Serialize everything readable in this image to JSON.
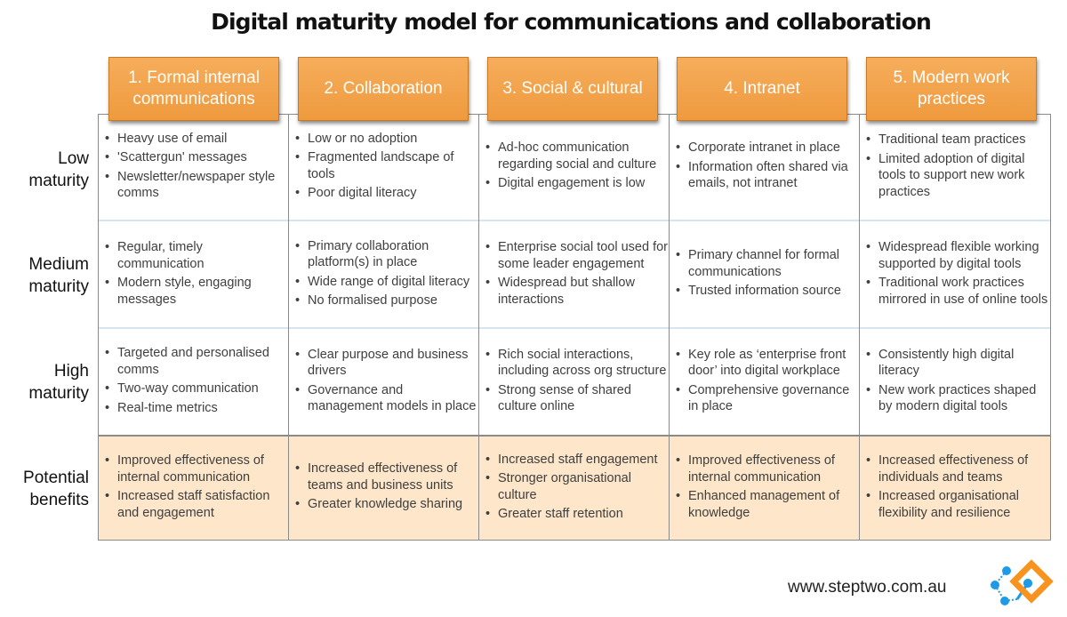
{
  "title": "Digital maturity model for communications and collaboration",
  "columns": [
    {
      "label": "1. Formal internal communications"
    },
    {
      "label": "2. Collaboration"
    },
    {
      "label": "3. Social & cultural"
    },
    {
      "label": "4. Intranet"
    },
    {
      "label": "5. Modern work practices"
    }
  ],
  "rows": [
    {
      "label": "Low maturity",
      "cells": [
        [
          "Heavy use of email",
          "'Scattergun' messages",
          "Newsletter/newspaper style comms"
        ],
        [
          "Low or no adoption",
          "Fragmented landscape of tools",
          "Poor digital literacy"
        ],
        [
          "Ad-hoc communication regarding social and culture",
          "Digital engagement is low"
        ],
        [
          "Corporate intranet in place",
          "Information often shared via emails, not intranet"
        ],
        [
          "Traditional team practices",
          "Limited adoption of digital tools to support new work practices"
        ]
      ]
    },
    {
      "label": "Medium maturity",
      "cells": [
        [
          "Regular, timely communication",
          "Modern style, engaging messages"
        ],
        [
          "Primary collaboration platform(s) in place",
          "Wide range of digital literacy",
          "No formalised purpose"
        ],
        [
          "Enterprise social tool used for some leader engagement",
          "Widespread but shallow interactions"
        ],
        [
          "Primary channel for formal communications",
          "Trusted information source"
        ],
        [
          "Widespread flexible working supported by digital tools",
          "Traditional work practices mirrored in use of online tools"
        ]
      ]
    },
    {
      "label": "High maturity",
      "cells": [
        [
          "Targeted and personalised comms",
          "Two-way communication",
          "Real-time metrics"
        ],
        [
          "Clear purpose and business drivers",
          "Governance and management models in place"
        ],
        [
          "Rich social interactions, including across org structure",
          "Strong sense of shared culture online"
        ],
        [
          "Key role as ‘enterprise front door’ into digital workplace",
          "Comprehensive governance in place"
        ],
        [
          "Consistently high digital literacy",
          "New work practices shaped by modern digital tools"
        ]
      ]
    },
    {
      "label": "Potential benefits",
      "cells": [
        [
          "Improved effectiveness of internal communication",
          "Increased staff satisfaction and engagement"
        ],
        [
          "Increased effectiveness of teams and business units",
          "Greater knowledge sharing"
        ],
        [
          "Increased staff engagement",
          "Stronger organisational culture",
          "Greater staff retention"
        ],
        [
          "Improved effectiveness of internal communication",
          "Enhanced management of knowledge"
        ],
        [
          "Increased effectiveness of individuals and teams",
          "Increased organisational flexibility and resilience"
        ]
      ]
    }
  ],
  "footer": {
    "url": "www.steptwo.com.au",
    "logo_icon": "steptwo-logo-icon"
  },
  "colors": {
    "header_orange": "#f2a24a",
    "benefits_fill": "#fde6c9",
    "row_divider": "#d6e6f0",
    "grid_border": "#8a8a8a",
    "logo_blue": "#1e9be8",
    "logo_orange": "#f7931e"
  }
}
